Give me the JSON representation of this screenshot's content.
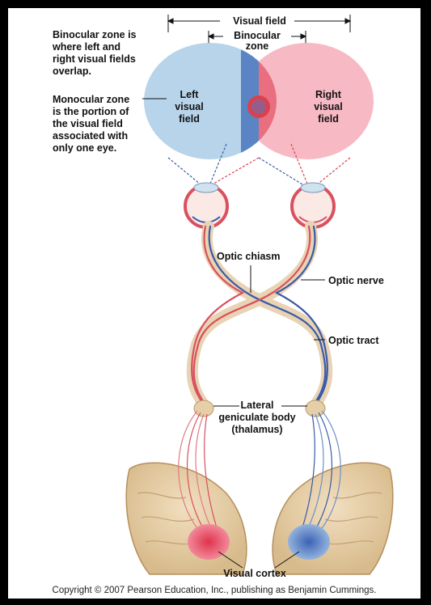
{
  "labels": {
    "visual_field": "Visual field",
    "binocular_zone": [
      "Binocular",
      "zone"
    ],
    "binocular_desc": [
      "Binocular zone is",
      "where left and",
      "right visual fields",
      "overlap."
    ],
    "monocular_desc": [
      "Monocular zone",
      "is the portion of",
      "the visual field",
      "associated with",
      "only one eye."
    ],
    "left_field": [
      "Left",
      "visual",
      "field"
    ],
    "right_field": [
      "Right",
      "visual",
      "field"
    ],
    "optic_chiasm": "Optic chiasm",
    "optic_nerve": "Optic nerve",
    "optic_tract": "Optic tract",
    "lgn": [
      "Lateral",
      "geniculate body",
      "(thalamus)"
    ],
    "visual_cortex": "Visual cortex"
  },
  "copyright": "Copyright © 2007 Pearson Education, Inc., publishing as Benjamin Cummings.",
  "colors": {
    "left_field": "#b7d4ea",
    "right_field": "#f7b9c4",
    "overlap_blue": "#5b84c4",
    "overlap_red": "#e96f80",
    "center_spot": "#d9414f",
    "nerve_red": "#d9505e",
    "nerve_blue": "#3a5aa8",
    "nerve_tan": "#e8d3b4",
    "brain_tan": "#e6cfa8"
  }
}
